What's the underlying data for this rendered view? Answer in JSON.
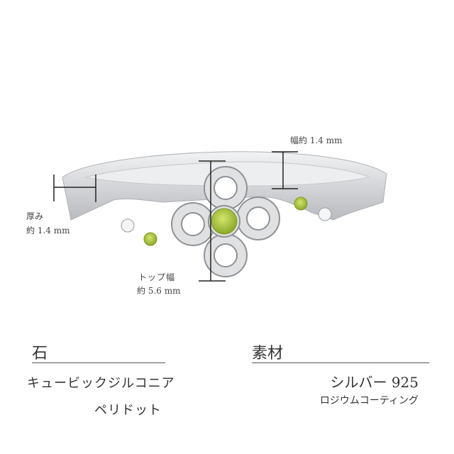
{
  "dimensions": {
    "width_label": "幅約 1.4 mm",
    "thickness_label": "厚み",
    "thickness_value": "約 1.4 mm",
    "top_width_label": "トップ幅",
    "top_width_value": "約 5.6 mm"
  },
  "specs": {
    "stone": {
      "heading": "石",
      "items": [
        "キュービックジルコニア",
        "ペリドット"
      ]
    },
    "material": {
      "heading": "素材",
      "items": [
        "シルバー 925",
        "ロジウムコーティング"
      ]
    }
  },
  "colors": {
    "silver": "#d9dadc",
    "peridot": "#a4c23a",
    "line": "#222222"
  }
}
